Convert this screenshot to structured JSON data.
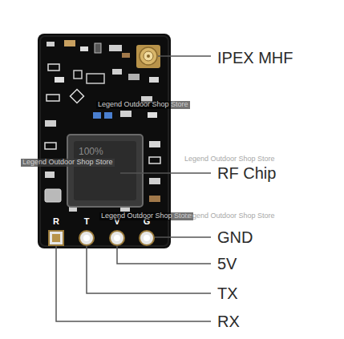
{
  "diagram": {
    "labels": [
      "IPEX MHF",
      "RF Chip",
      "GND",
      "5V",
      "TX",
      "RX",
      "R",
      "T",
      "V",
      "G",
      "100%",
      "Legend Outdoor Shop Store",
      "Legend Outdoor Shop Store",
      "Legend Outdoor Shop Store",
      "Legend Outdoor Shop Store",
      "Legend Outdoor Shop Store"
    ]
  }
}
